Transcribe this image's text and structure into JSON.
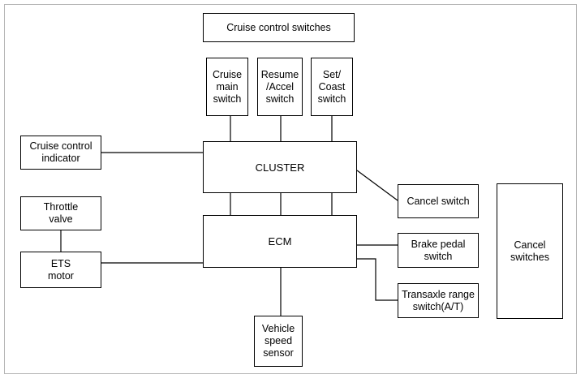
{
  "diagram": {
    "header_box": "Cruise control switches",
    "cruise_main_switch": "Cruise\nmain\nswitch",
    "resume_accel_switch": "Resume\n/Accel\nswitch",
    "set_coast_switch": "Set/\nCoast\nswitch",
    "cruise_control_indicator": "Cruise control\nindicator",
    "cluster": "CLUSTER",
    "cancel_switch": "Cancel switch",
    "throttle_valve": "Throttle\nvalve",
    "ecm": "ECM",
    "brake_pedal_switch": "Brake pedal\nswitch",
    "cancel_switches": "Cancel\nswitches",
    "ets_motor": "ETS\nmotor",
    "transaxle_range_switch": "Transaxle range\nswitch(A/T)",
    "vehicle_speed_sensor": "Vehicle\nspeed\nsensor"
  },
  "colors": {
    "line": "#000000",
    "frame": "#b5b5b5",
    "background": "#ffffff"
  }
}
